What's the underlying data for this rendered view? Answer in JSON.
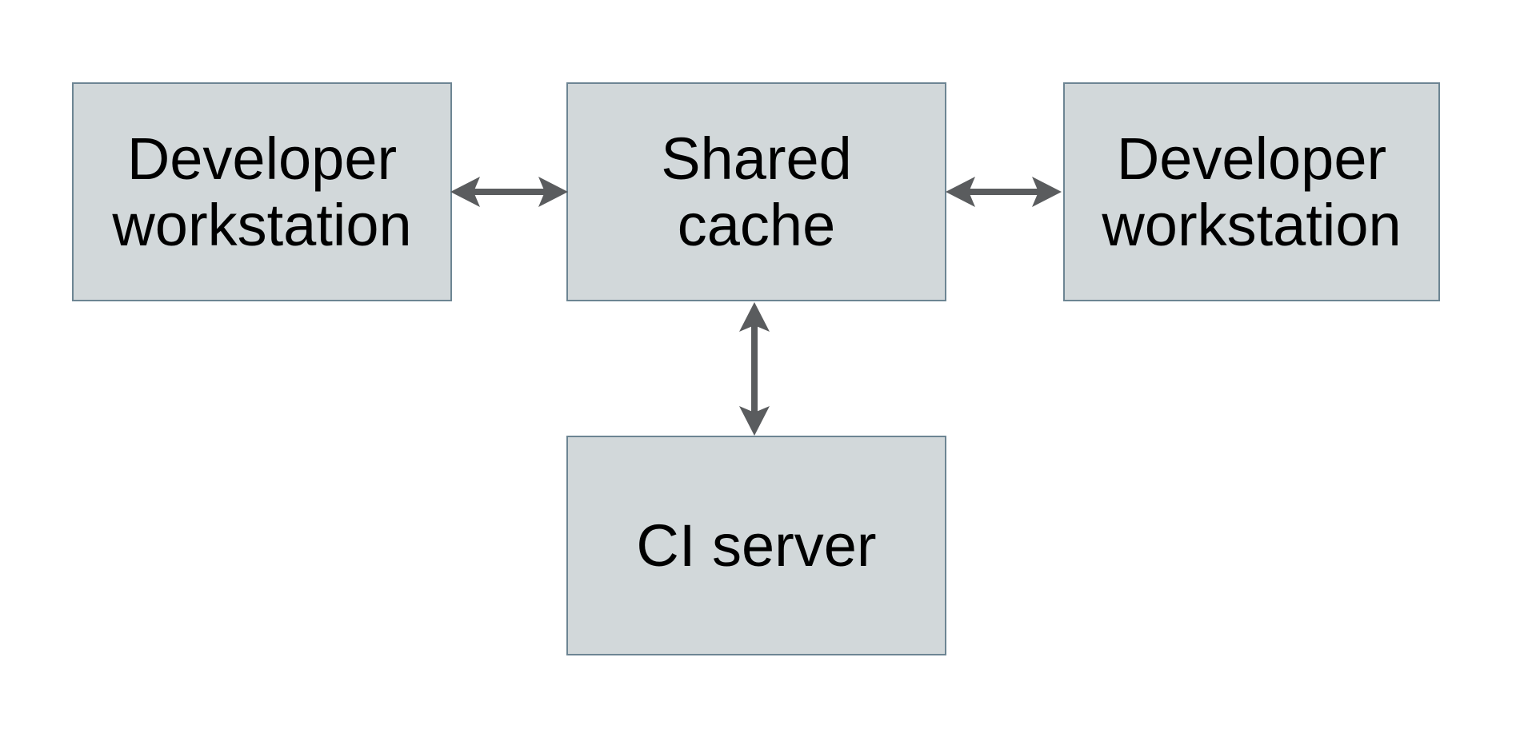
{
  "diagram": {
    "nodes": [
      {
        "id": "developer-workstation-left",
        "label": "Developer\nworkstation"
      },
      {
        "id": "shared-cache",
        "label": "Shared\ncache"
      },
      {
        "id": "developer-workstation-right",
        "label": "Developer\nworkstation"
      },
      {
        "id": "ci-server",
        "label": "CI server"
      }
    ],
    "edges": [
      {
        "from": "developer-workstation-left",
        "to": "shared-cache",
        "type": "bidirectional"
      },
      {
        "from": "shared-cache",
        "to": "developer-workstation-right",
        "type": "bidirectional"
      },
      {
        "from": "shared-cache",
        "to": "ci-server",
        "type": "bidirectional"
      }
    ]
  },
  "colors": {
    "node_fill": "#d2d8da",
    "node_border": "#6d8593",
    "arrow": "#5a5c5e",
    "text": "#000000",
    "background": "#ffffff"
  }
}
